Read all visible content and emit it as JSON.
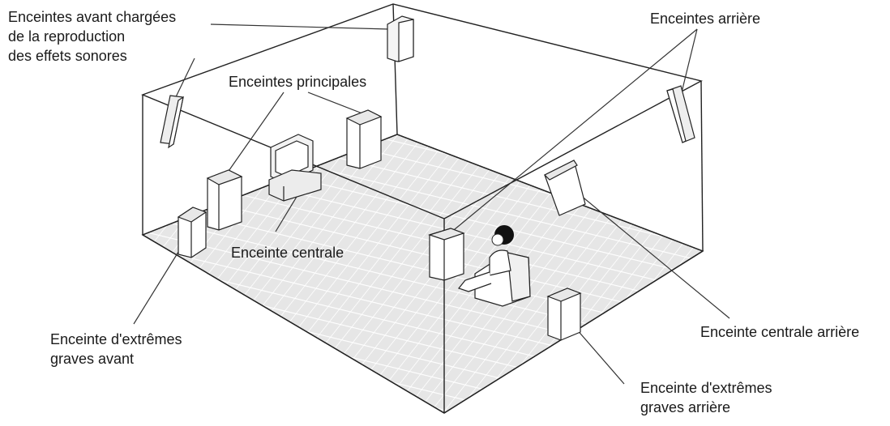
{
  "labels": {
    "front_effects": [
      "Enceintes avant chargées",
      "de la reproduction",
      "des effets sonores"
    ],
    "main": "Enceintes principales",
    "center": "Enceinte centrale",
    "front_sub": [
      "Enceinte d'extrêmes",
      "graves avant"
    ],
    "rear": "Enceintes arrière",
    "rear_center": "Enceinte centrale arrière",
    "rear_sub": [
      "Enceinte d'extrêmes",
      "graves arrière"
    ]
  }
}
